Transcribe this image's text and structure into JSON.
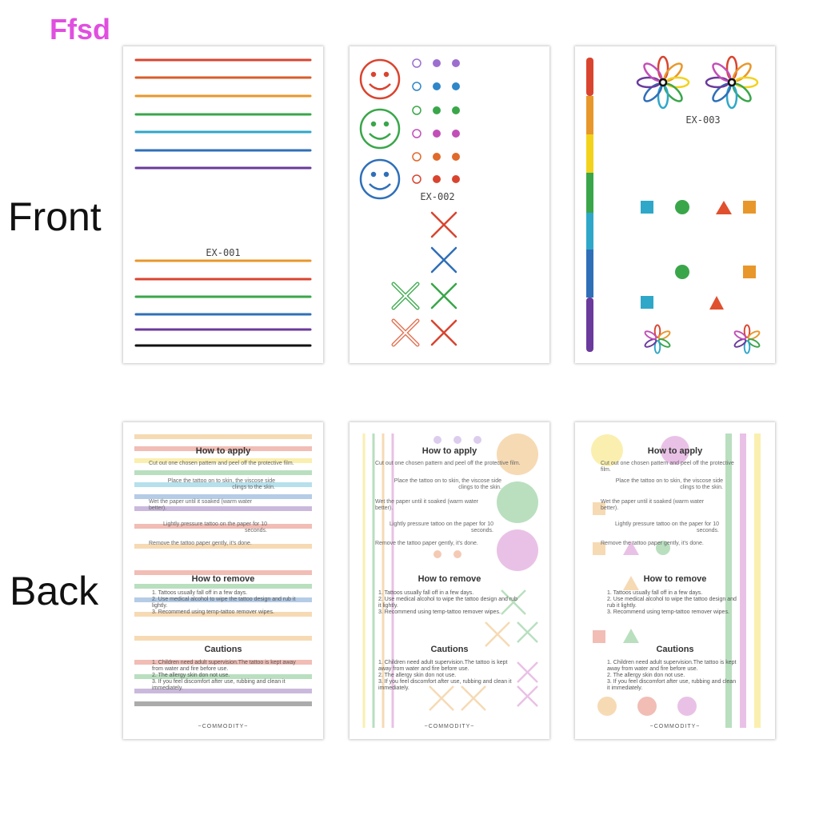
{
  "brand": "Ffsd",
  "labels": {
    "front": "Front",
    "back": "Back"
  },
  "front": {
    "card1_code": "EX-001",
    "card2_code": "EX-002",
    "card3_code": "EX-003"
  },
  "back": {
    "apply_title": "How to apply",
    "apply_steps": [
      "Cut out one chosen pattern and peel off the protective film.",
      "Place the tattoo on to skin, the viscose side clings to the skin.",
      "Wet the paper until it soaked (warm water better).",
      "Lightly pressure tattoo on the paper for 10 seconds.",
      "Remove the tattoo paper gently, it's done."
    ],
    "remove_title": "How to remove",
    "remove_steps": [
      "1. Tattoos usually fall off in a few days.",
      "2. Use medical alcohol to wipe the tattoo design and rub it lightly.",
      "3. Recommend using temp-tattoo remover wipes."
    ],
    "cautions_title": "Cautions",
    "caution_steps": [
      "1. Children need adult supervision.The tattoo is kept away from water and fire before use.",
      "2. The allergy skin don not use.",
      "3. If you feel discomfort after use, rubbing and clean it immediately."
    ],
    "footer": "~COMMODITY~"
  },
  "colors": {
    "red": "#d9442f",
    "orange": "#e8972b",
    "yellow": "#f3d21c",
    "green": "#3aa64a",
    "teal": "#2fa7c9",
    "blue": "#2f6fb8",
    "purple": "#6a3a9c",
    "black": "#111111",
    "brand": "#e04fe0"
  }
}
